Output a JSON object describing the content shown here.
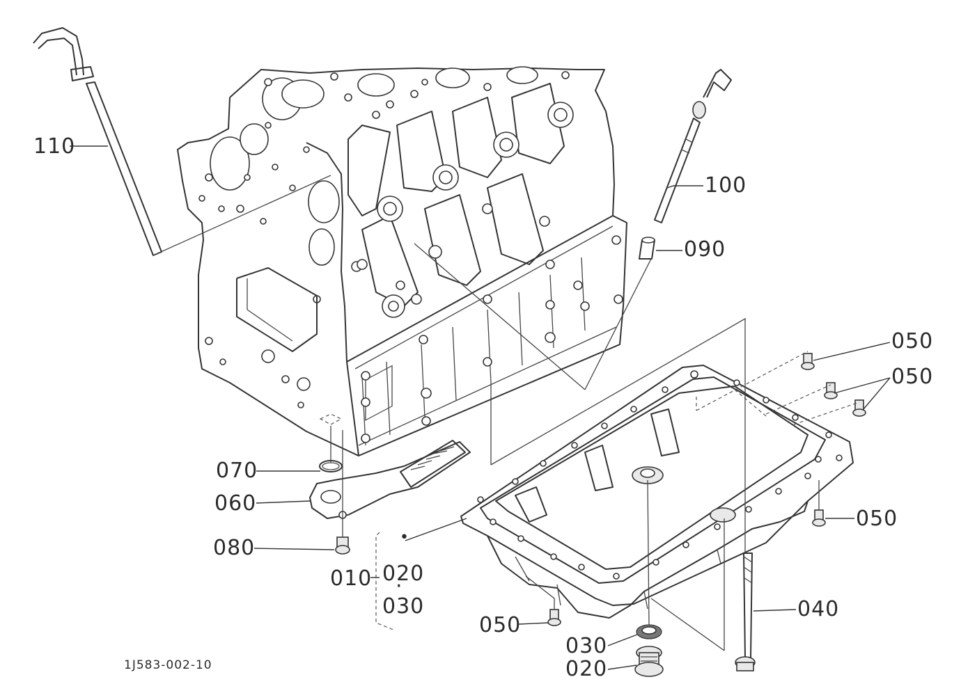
{
  "drawing": {
    "code": "1J583-002-10",
    "callouts": {
      "p110": "110",
      "p100": "100",
      "p090": "090",
      "p050_a": "050",
      "p050_b": "050",
      "p050_c": "050",
      "p050_d": "050",
      "p070": "070",
      "p060": "060",
      "p080": "080",
      "p010": "010",
      "p020_group": "020",
      "p030_group": "030",
      "p040": "040",
      "p030": "030",
      "p020": "020"
    }
  }
}
